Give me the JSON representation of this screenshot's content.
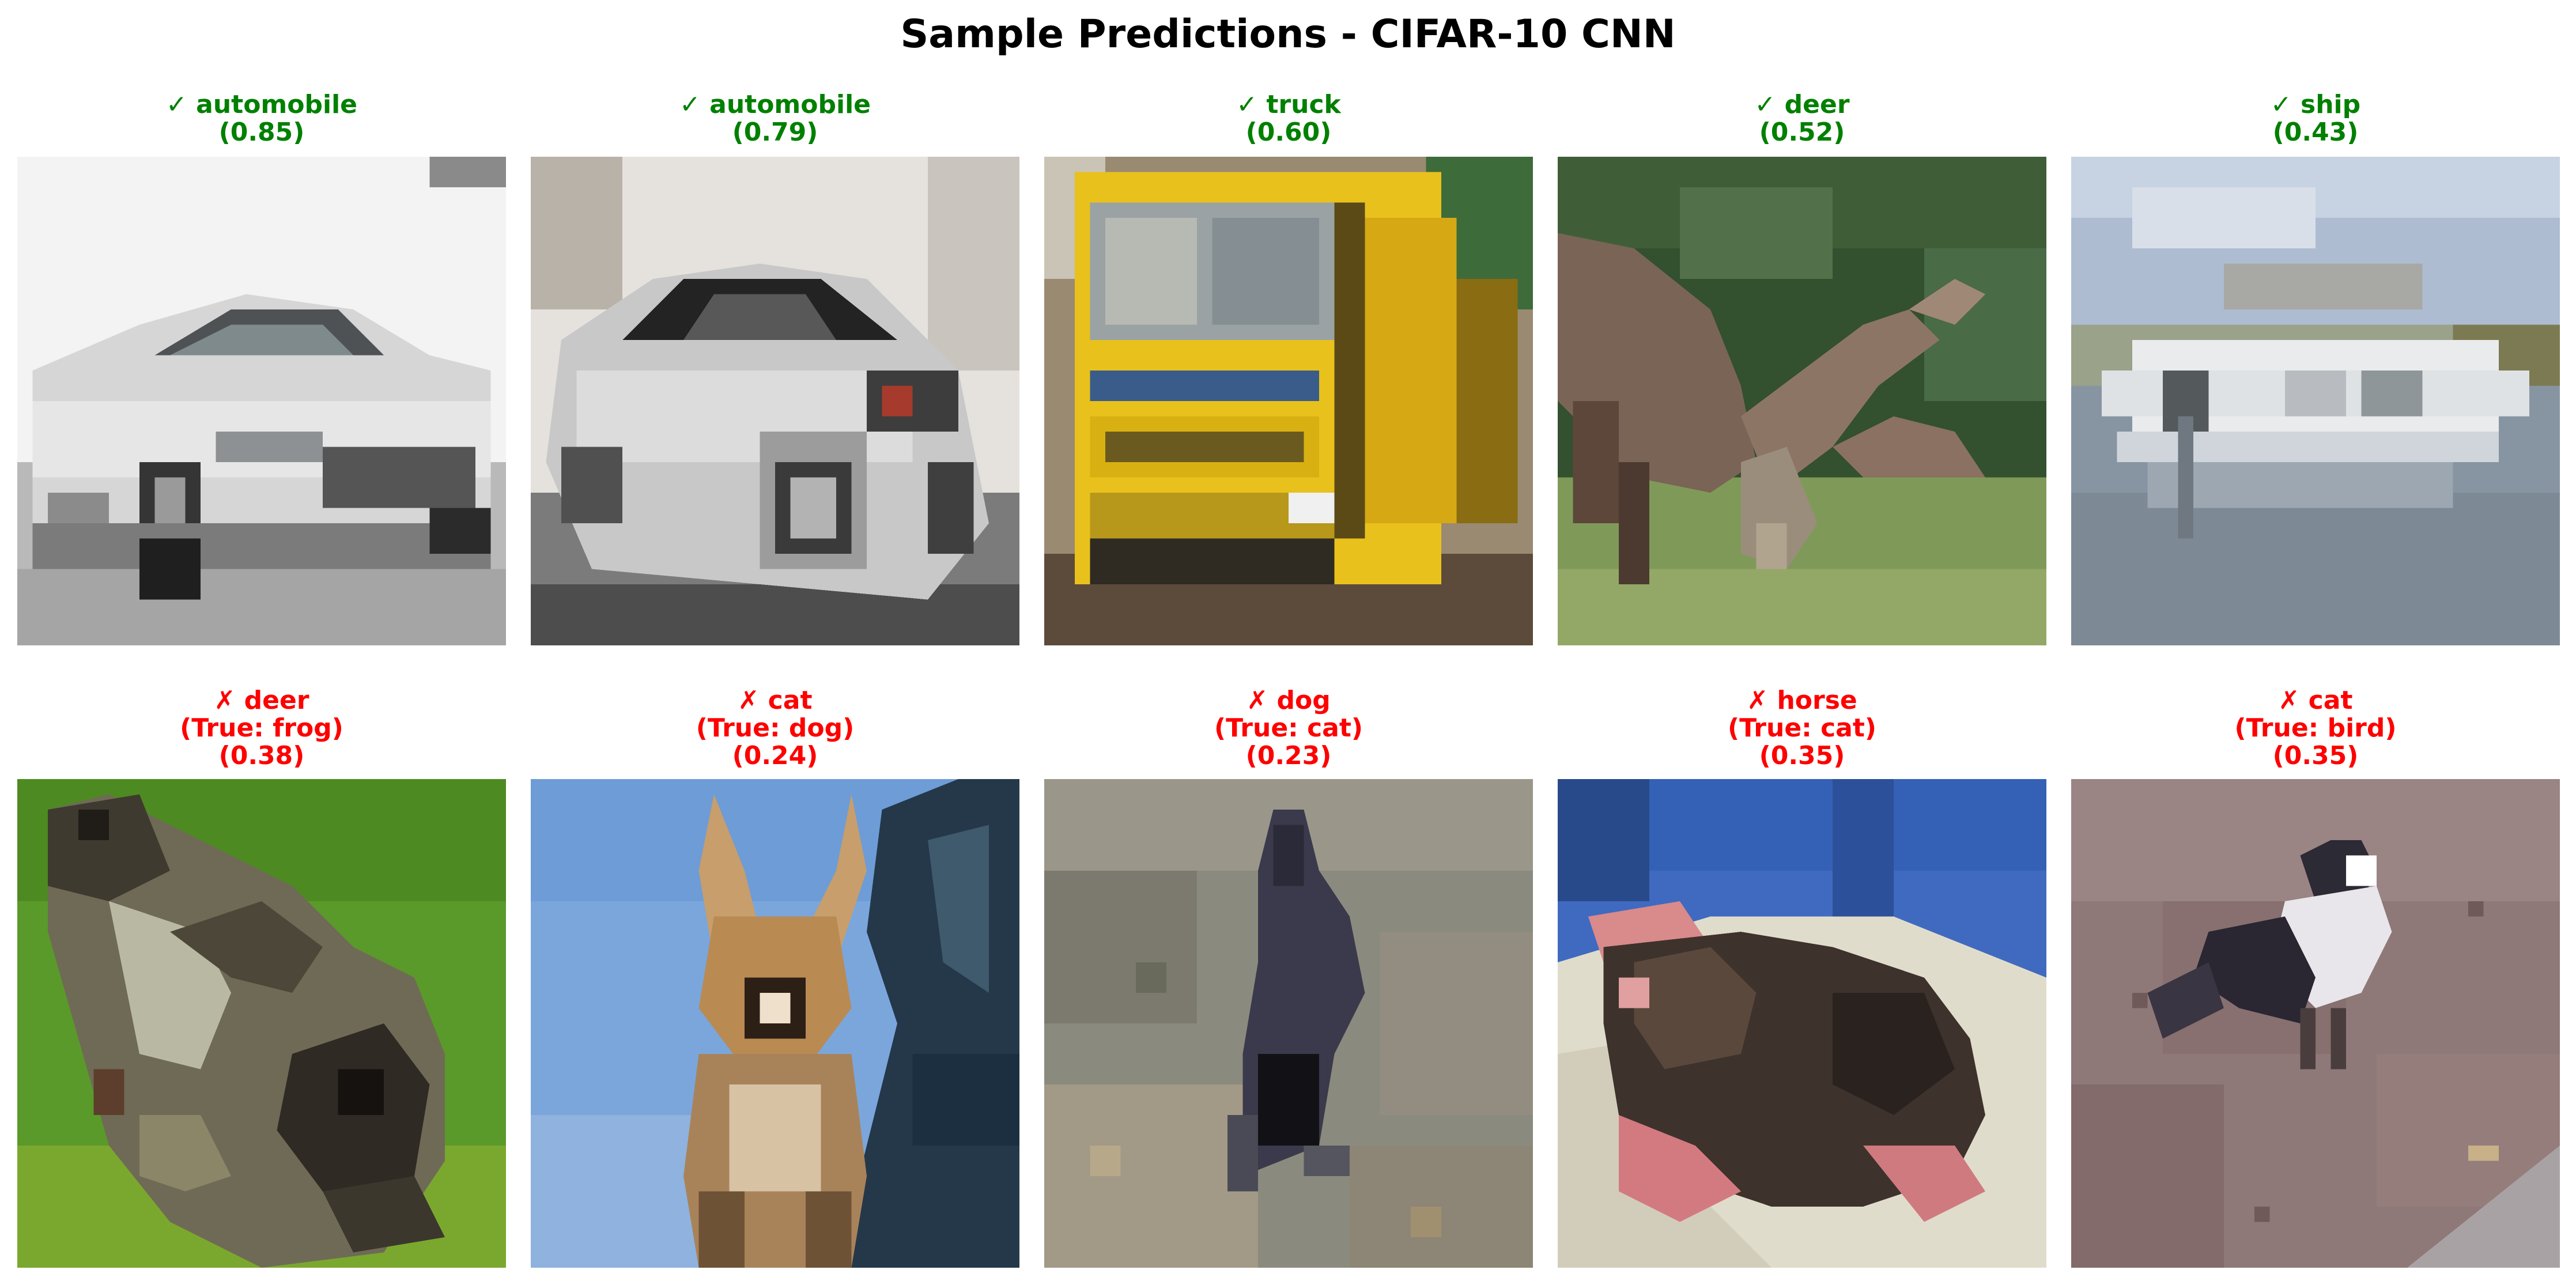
{
  "title": "Sample Predictions - CIFAR-10 CNN",
  "colors": {
    "correct": "#008000",
    "incorrect": "#ff0000"
  },
  "panels": [
    {
      "correct": true,
      "caption": [
        "✓ automobile",
        "(0.85)"
      ],
      "subject": "white automobile"
    },
    {
      "correct": true,
      "caption": [
        "✓ automobile",
        "(0.79)"
      ],
      "subject": "silver automobile"
    },
    {
      "correct": true,
      "caption": [
        "✓ truck",
        "(0.60)"
      ],
      "subject": "yellow truck"
    },
    {
      "correct": true,
      "caption": [
        "✓ deer",
        "(0.52)"
      ],
      "subject": "deer grazing"
    },
    {
      "correct": true,
      "caption": [
        "✓ ship",
        "(0.43)"
      ],
      "subject": "white ship on water"
    },
    {
      "correct": false,
      "caption": [
        "✗ deer",
        "(True: frog)",
        "(0.38)"
      ],
      "subject": "frog on green background"
    },
    {
      "correct": false,
      "caption": [
        "✗ cat",
        "(True: dog)",
        "(0.24)"
      ],
      "subject": "dog against blue sky"
    },
    {
      "correct": false,
      "caption": [
        "✗ dog",
        "(True: cat)",
        "(0.23)"
      ],
      "subject": "dark cat on ground"
    },
    {
      "correct": false,
      "caption": [
        "✗ horse",
        "(True: cat)",
        "(0.35)"
      ],
      "subject": "cat on blanket"
    },
    {
      "correct": false,
      "caption": [
        "✗ cat",
        "(True: bird)",
        "(0.35)"
      ],
      "subject": "bird on ground"
    }
  ]
}
